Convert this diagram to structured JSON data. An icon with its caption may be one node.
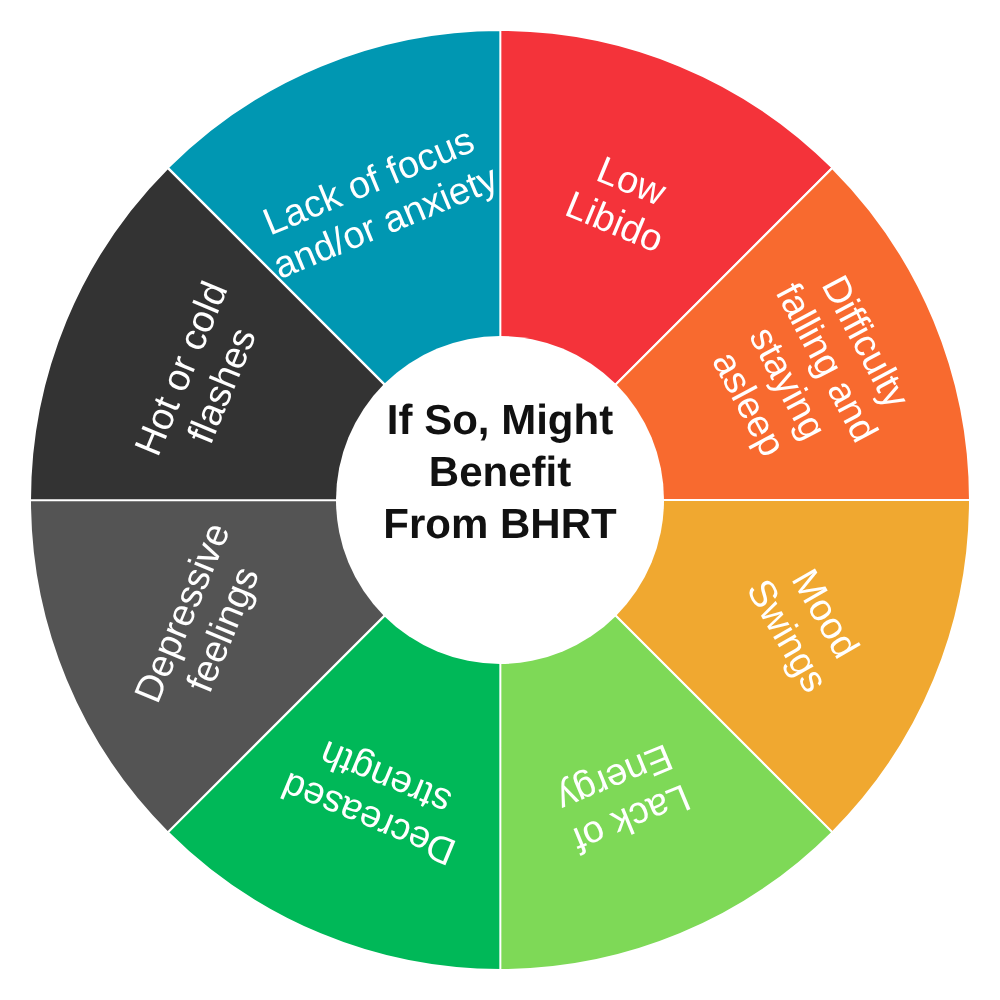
{
  "diagram": {
    "nodes": [
      {
        "text": [
          "If So, Might Benefit From BHRT"
        ]
      },
      {
        "text": [
          "Low Libido"
        ]
      },
      {
        "text": [
          "Difficulty falling and staying asleep"
        ]
      },
      {
        "text": [
          "Mood Swings"
        ]
      },
      {
        "text": [
          "Lack of Energy"
        ]
      },
      {
        "text": [
          "Decreased strength"
        ]
      },
      {
        "text": [
          "Depressive feelings"
        ]
      },
      {
        "text": [
          "Hot or cold flashes"
        ]
      },
      {
        "text": [
          "Lack of focus and/or anxiety"
        ]
      }
    ]
  }
}
